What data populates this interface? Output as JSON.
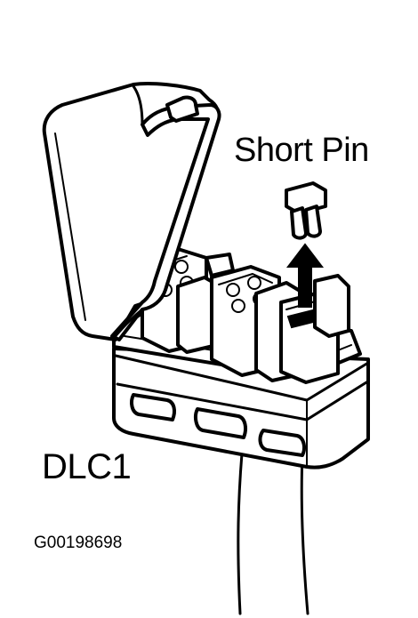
{
  "labels": {
    "short_pin": "Short Pin",
    "connector": "DLC1",
    "figure_id": "G00198698"
  },
  "colors": {
    "ink": "#000000",
    "paper": "#ffffff"
  }
}
